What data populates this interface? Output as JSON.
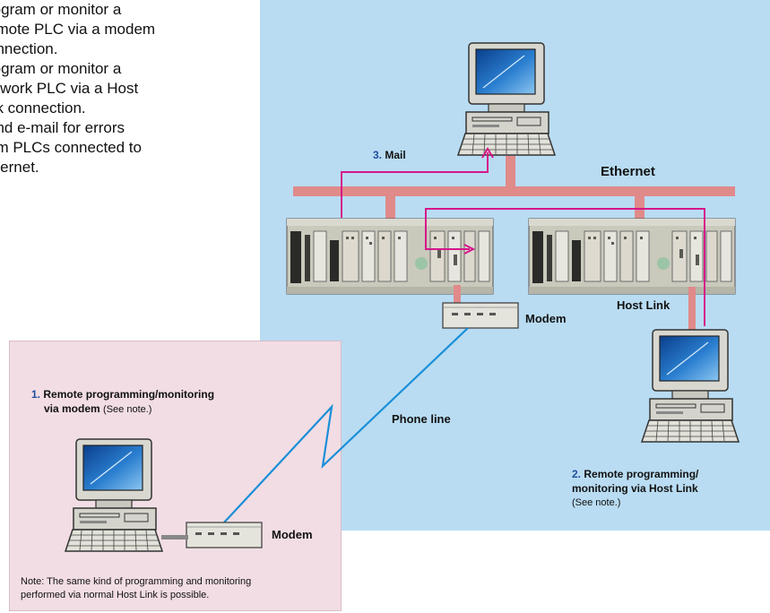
{
  "intro": {
    "line1": "rogram or monitor a",
    "line2": "emote PLC via a modem",
    "line3": "onnection.",
    "line4": "rogram or monitor a",
    "line5": "etwork PLC via a Host",
    "line6": "nk connection.",
    "line7": "end e-mail for errors",
    "line8": "om PLCs connected to",
    "line9": "thernet."
  },
  "labels": {
    "mail_num": "3.",
    "mail": "Mail",
    "ethernet": "Ethernet",
    "host_link": "Host Link",
    "modem_top": "Modem",
    "phone_line": "Phone line",
    "modem_bottom": "Modem"
  },
  "callouts": {
    "remote_modem": {
      "num": "1.",
      "line1": "Remote programming/monitoring",
      "line2": "via modem",
      "note_ref": "(See note.)"
    },
    "remote_hostlink": {
      "num": "2.",
      "line1": "Remote programming/",
      "line2": "monitoring via Host Link",
      "note_ref": "(See note.)"
    }
  },
  "note": {
    "line1": "Note: The same kind of programming and monitoring",
    "line2": "performed via normal Host Link is possible."
  },
  "colors": {
    "blue_panel": "#b9dcf2",
    "pink_panel": "#f2dde4",
    "ethernet_bus": "#e08a8a",
    "mail_route": "#d6168a",
    "phone_line": "#1a8fd8"
  }
}
